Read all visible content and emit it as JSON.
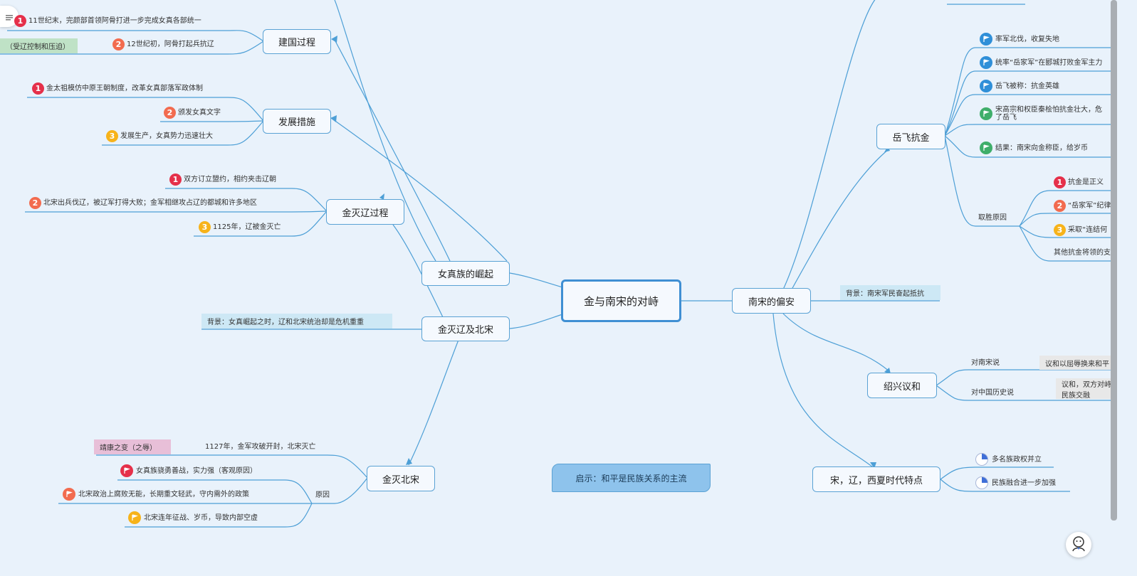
{
  "app": {
    "menu_icon": "menu-lines-icon",
    "assistant_icon": "assistant-avatar-icon"
  },
  "central": {
    "title": "金与南宋的对峙"
  },
  "left": {
    "jianguo": {
      "title": "建国过程",
      "items": [
        "11世纪末，完颜部首领阿骨打进一步完成女真各部统一",
        "12世纪初，阿骨打起兵抗辽"
      ],
      "tag": "（受辽控制和压迫）"
    },
    "fazhan": {
      "title": "发展措施",
      "items": [
        "金太祖模仿中原王朝制度，改革女真部落军政体制",
        "颁发女真文字",
        "发展生产，女真势力迅速壮大"
      ]
    },
    "miliao": {
      "title": "金灭辽过程",
      "items": [
        "双方订立盟约，相约夹击辽朝",
        "北宋出兵伐辽，被辽军打得大败；金军相继攻占辽的都城和许多地区",
        "1125年，辽被金灭亡"
      ]
    },
    "jueqi": {
      "title": "女真族的崛起"
    },
    "miliao_beisong": {
      "title": "金灭辽及北宋",
      "background": "背景：女真崛起之时，辽和北宋统治却是危机重重"
    },
    "mie_beisong": {
      "title": "金灭北宋",
      "tag": "靖康之变（之辱）",
      "fact": "1127年，金军攻破开封，北宋灭亡",
      "reason_label": "原因",
      "reasons": [
        "女真族骁勇善战，实力强（客观原因）",
        "北宋政治上腐败无能，长期重文轻武，守内需外的政策",
        "北宋连年征战、岁币，导致内部空虚"
      ]
    }
  },
  "right": {
    "nansong": {
      "title": "南宋的偏安",
      "background": "背景：南宋军民奋起抵抗"
    },
    "yuefei": {
      "title": "岳飞抗金",
      "items": [
        "率军北伐，收复失地",
        "统率“岳家军”在郾城打败金军主力",
        "岳飞被称：抗金英雄",
        "宋高宗和权臣秦桧怕抗金壮大，危",
        "了岳飞",
        "结果：南宋向金称臣，给岁币"
      ],
      "reason_label": "取胜原因",
      "reasons": [
        "抗金是正义",
        "“岳家军”纪律",
        "采取“连结何",
        "其他抗金将领的支"
      ]
    },
    "shaoxing": {
      "title": "绍兴议和",
      "labels": [
        "对南宋说",
        "对中国历史说"
      ],
      "notes": [
        "议和以屈辱换来和平",
        "议和，双方对峙",
        "民族交融"
      ]
    },
    "tedian": {
      "title": "宋，辽，西夏时代特点",
      "items": [
        "多名族政权并立",
        "民族融合进一步加强"
      ]
    }
  },
  "callout": {
    "text": "启示：和平是民族关系的主流"
  },
  "colors": {
    "line": "#4d9fd6",
    "num1": "#e5304a",
    "num2": "#f26b4f",
    "num3": "#f7b31a",
    "flag_blue": "#2f8fd8",
    "flag_green": "#3fae6a",
    "flag_red": "#e5304a",
    "flag_orange": "#f26b4f",
    "flag_yellow": "#f7b31a"
  }
}
